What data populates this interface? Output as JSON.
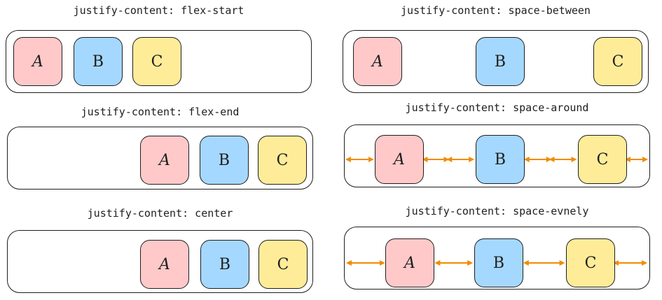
{
  "colors": {
    "box_a": "#ffc9c9",
    "box_b": "#a5d8ff",
    "box_c": "#ffec99",
    "arrow": "#f08c00",
    "stroke": "#1e1e1e"
  },
  "panels": [
    {
      "id": "flex-start",
      "caption": "justify-content: flex-start",
      "boxes": [
        "A",
        "B",
        "C"
      ]
    },
    {
      "id": "space-between",
      "caption": "justify-content: space-between",
      "boxes": [
        "A",
        "B",
        "C"
      ]
    },
    {
      "id": "flex-end",
      "caption": "justify-content: flex-end",
      "boxes": [
        "A",
        "B",
        "C"
      ]
    },
    {
      "id": "space-around",
      "caption": "justify-content: space-around",
      "boxes": [
        "A",
        "B",
        "C"
      ]
    },
    {
      "id": "center",
      "caption": "justify-content: center",
      "boxes": [
        "A",
        "B",
        "C"
      ]
    },
    {
      "id": "space-evenly",
      "caption": "justify-content: space-evnely",
      "boxes": [
        "A",
        "B",
        "C"
      ]
    }
  ]
}
